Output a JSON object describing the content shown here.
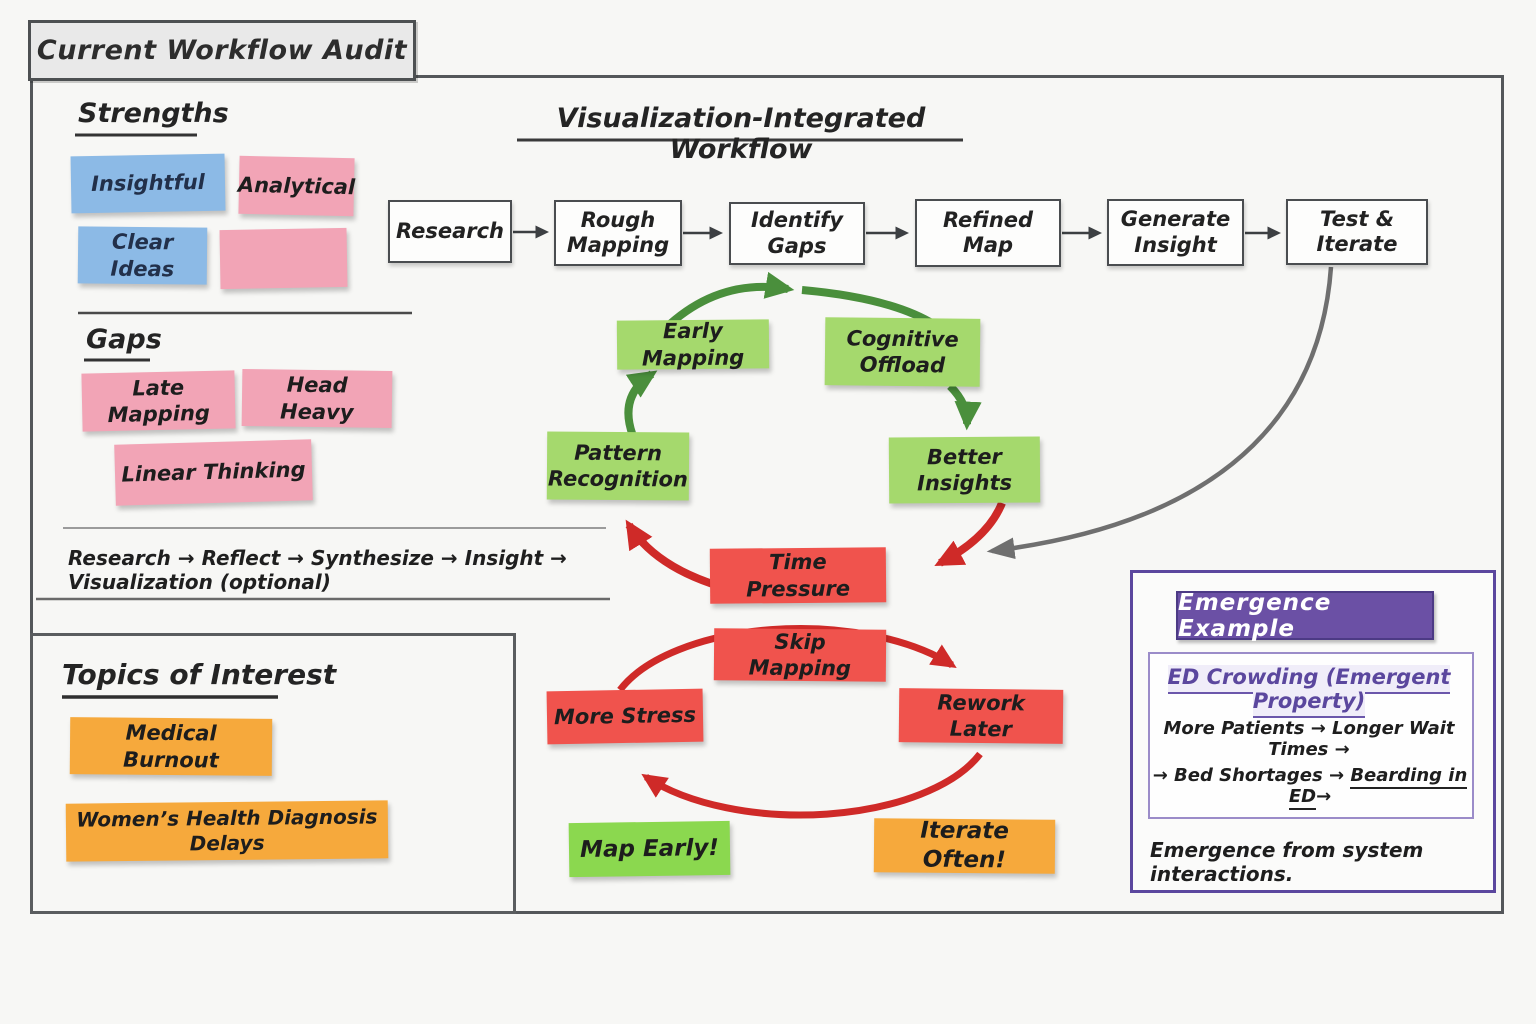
{
  "title": "Current Workflow Audit",
  "strengths": {
    "heading": "Strengths",
    "notes": [
      {
        "label": "Insightful",
        "color": "blue"
      },
      {
        "label": "Analytical",
        "color": "pink"
      },
      {
        "label": "Clear Ideas",
        "color": "blue"
      },
      {
        "label": "",
        "color": "pink"
      }
    ]
  },
  "gaps": {
    "heading": "Gaps",
    "notes": [
      {
        "label": "Late Mapping",
        "color": "pink"
      },
      {
        "label": "Head Heavy",
        "color": "pink"
      },
      {
        "label": "Linear Thinking",
        "color": "pink"
      }
    ]
  },
  "process_line": "Research → Reflect → Synthesize → Insight → Visualization (optional)",
  "topics": {
    "heading": "Topics of Interest",
    "notes": [
      {
        "label": "Medical Burnout",
        "color": "orange"
      },
      {
        "label": "Women’s Health Diagnosis Delays",
        "color": "orange"
      }
    ]
  },
  "workflow": {
    "heading": "Visualization-Integrated Workflow",
    "steps": [
      "Research",
      "Rough Mapping",
      "Identify Gaps",
      "Refined Map",
      "Generate Insight",
      "Test & Iterate"
    ]
  },
  "virtuous_loop": {
    "early_mapping": "Early Mapping",
    "cognitive_offload": "Cognitive Offload",
    "better_insights": "Better Insights",
    "pattern_recognition": "Pattern Recognition",
    "time_pressure": "Time Pressure"
  },
  "vicious_loop": {
    "skip_mapping": "Skip Mapping",
    "more_stress": "More Stress",
    "rework_later": "Rework Later"
  },
  "takeaways": {
    "map_early": "Map Early!",
    "iterate_often": "Iterate Often!"
  },
  "emergence": {
    "header": "Emergence Example",
    "subheading": "ED Crowding (Emergent Property)",
    "line1": "More Patients → Longer Wait Times →",
    "line2_prefix": "→  Bed Shortages → ",
    "line2_underlined": "Bearding in ED",
    "line2_suffix": "→",
    "footer": "Emergence from system interactions."
  },
  "colors": {
    "note_blue": "#8cbae6",
    "note_pink": "#f2a4b6",
    "note_green": "#a5d96d",
    "note_green_bright": "#8bd84f",
    "note_red": "#f0534d",
    "note_orange": "#f6a93c",
    "arrow_green": "#4a8f3c",
    "arrow_red": "#cf2a28",
    "arrow_gray": "#6f6f6f",
    "accent_purple": "#6b50a5",
    "frame_gray": "#54575a"
  }
}
